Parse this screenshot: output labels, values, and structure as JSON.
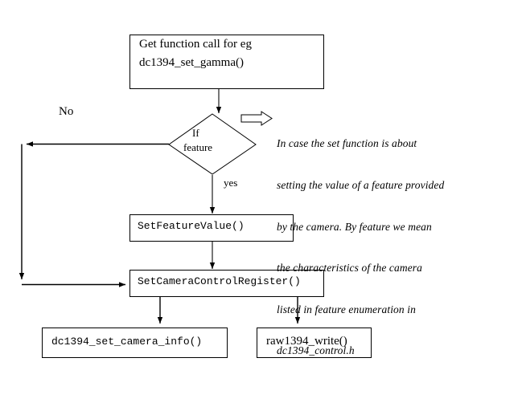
{
  "diagram": {
    "title": "libdc1394 set function call flow",
    "type": "flowchart",
    "stroke_color": "#000000",
    "background_color": "#ffffff",
    "nodes": {
      "start": {
        "shape": "rectangle",
        "line1": "Get function call for eg",
        "line2": "dc1394_set_gamma()"
      },
      "decision": {
        "shape": "diamond",
        "line1": "If",
        "line2": "feature"
      },
      "set_feature_value": {
        "shape": "rectangle",
        "label": "SetFeatureValue()"
      },
      "set_camera_control_register": {
        "shape": "rectangle",
        "label": "SetCameraControlRegister()"
      },
      "set_camera_info": {
        "shape": "rectangle",
        "label": "dc1394_set_camera_info()"
      },
      "raw_write": {
        "shape": "rectangle",
        "label": "raw1394_write()"
      }
    },
    "edge_labels": {
      "no": "No",
      "yes": "yes"
    },
    "annotation": {
      "icon": "block-arrow-right-icon",
      "lines": [
        "In case the set function is about",
        "setting the value of a feature provided",
        "by the camera. By feature we mean",
        "the characteristics of the camera",
        "listed in feature enumeration in",
        "dc1394_control.h"
      ]
    }
  }
}
